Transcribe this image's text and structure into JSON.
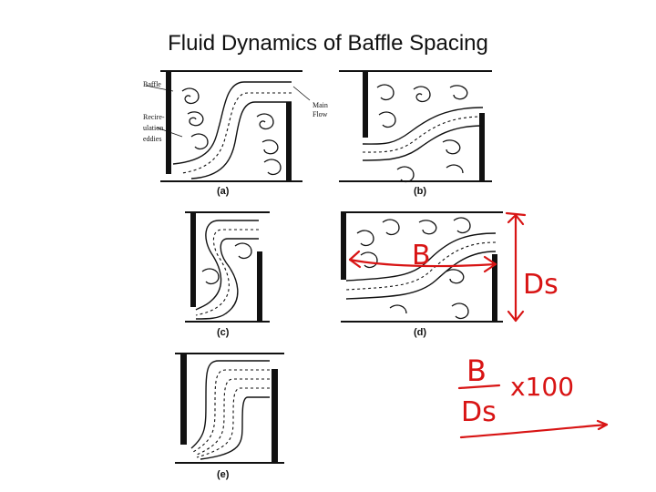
{
  "title": "Fluid Dynamics of Baffle Spacing",
  "panels": [
    {
      "id": "a",
      "caption": "(a)"
    },
    {
      "id": "b",
      "caption": "(b)"
    },
    {
      "id": "c",
      "caption": "(c)"
    },
    {
      "id": "d",
      "caption": "(d)"
    },
    {
      "id": "e",
      "caption": "(e)"
    }
  ],
  "labels": {
    "baffle": "Baffle",
    "recirculation": [
      "Recire-",
      "ulation",
      "eddies"
    ],
    "main_flow": [
      "Main",
      "Flow"
    ]
  },
  "annotations": {
    "color": "#d81414",
    "spacing_label": "B",
    "shell_label": "Ds",
    "ratio_numerator": "B",
    "ratio_denominator": "Ds",
    "multiplier": "x100"
  }
}
